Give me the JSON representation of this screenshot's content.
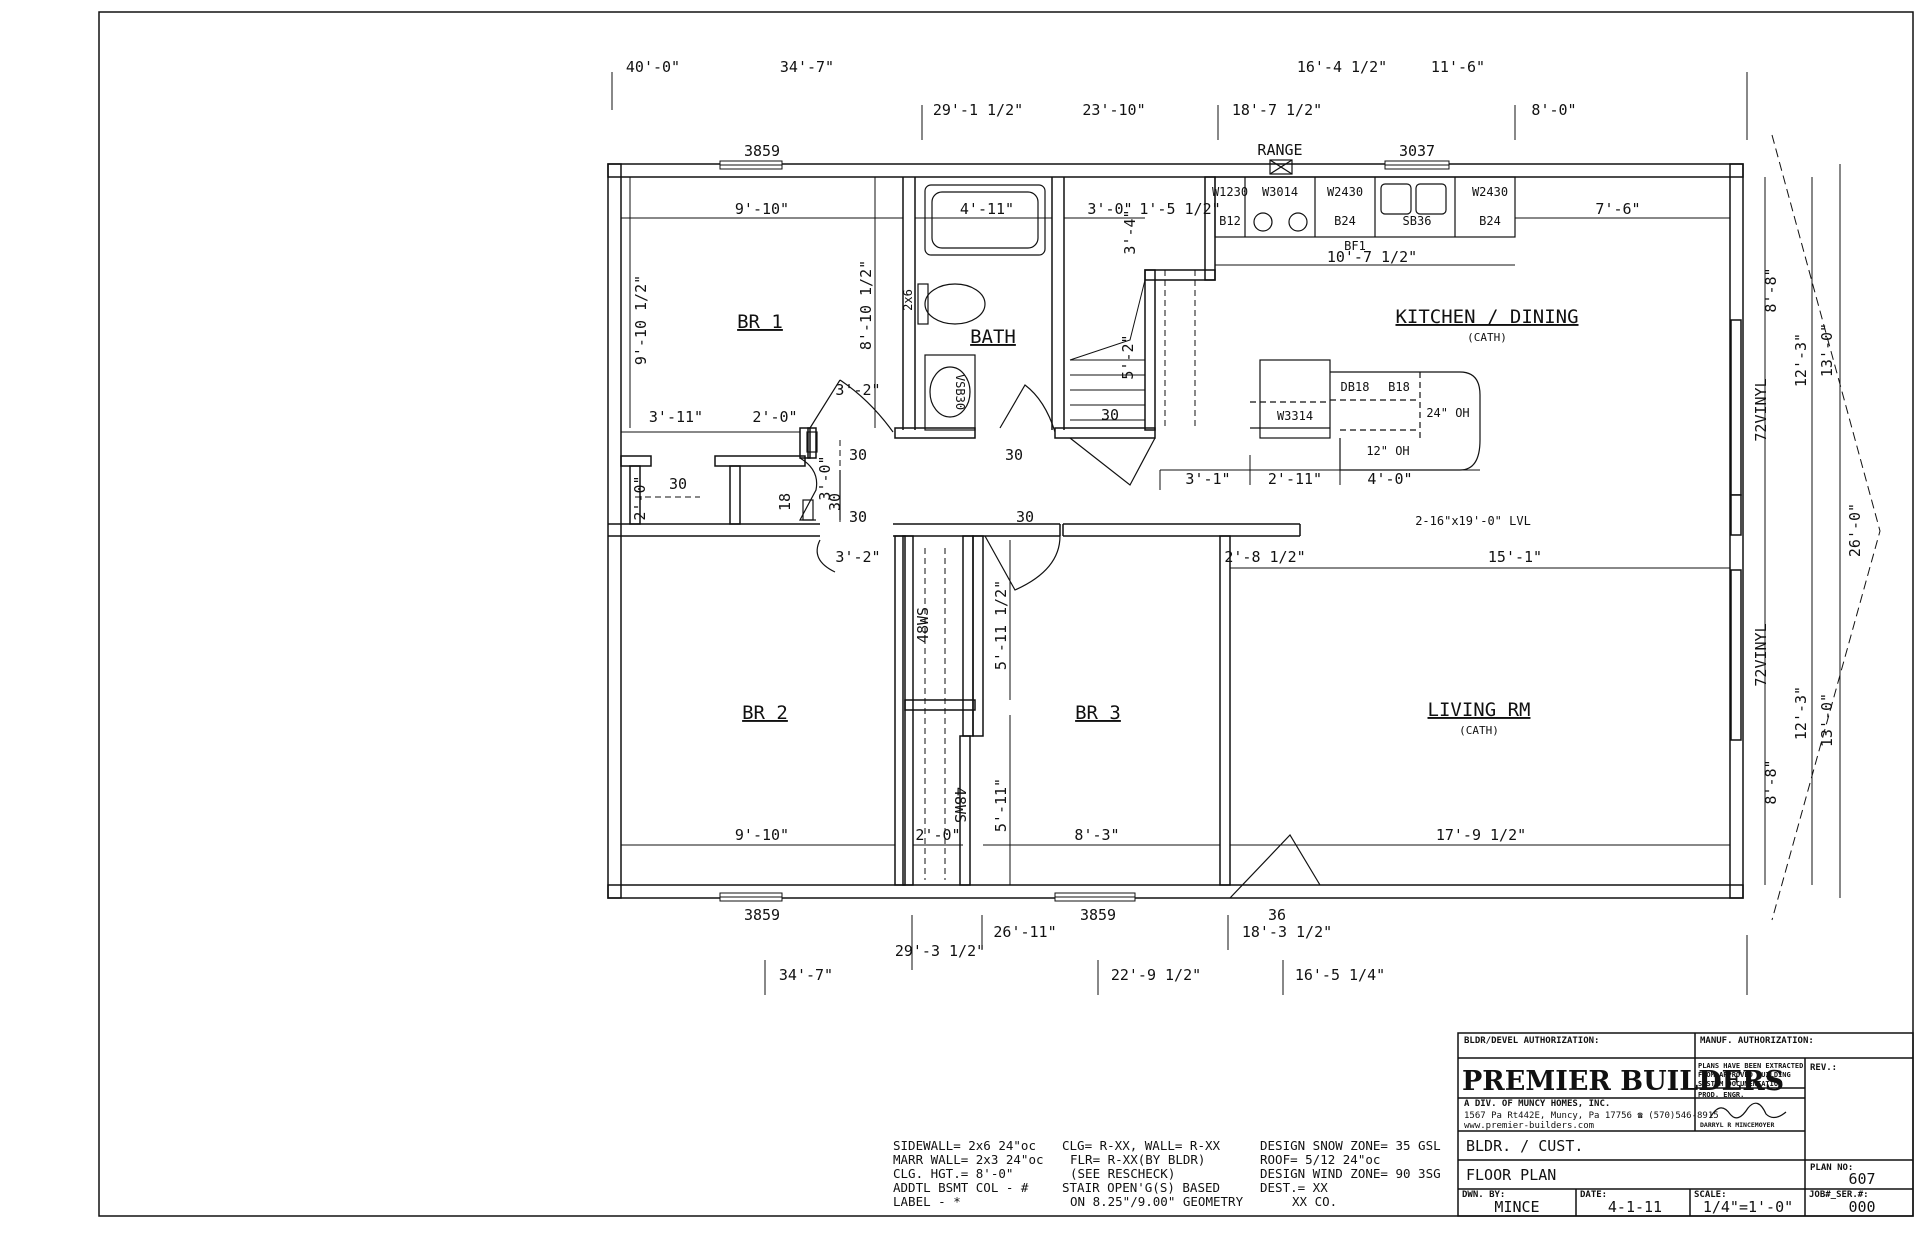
{
  "rooms": {
    "br1": "BR 1",
    "bath": "BATH",
    "kitchen": "KITCHEN / DINING",
    "kitchen_sub": "(CATH)",
    "br2": "BR 2",
    "br3": "BR 3",
    "living": "LIVING RM",
    "living_sub": "(CATH)"
  },
  "windows": {
    "top_left": "3859",
    "top_right": "3037",
    "bottom_left": "3859",
    "bottom_mid": "3859",
    "door_bottom": "36",
    "range": "RANGE"
  },
  "top_dims": {
    "r1": [
      "40'-0\"",
      "34'-7\"",
      "16'-4 1/2\"",
      "11'-6\""
    ],
    "r2": [
      "29'-1 1/2\"",
      "23'-10\"",
      "18'-7 1/2\"",
      "8'-0\""
    ]
  },
  "bottom_dims": [
    "26'-11\"",
    "18'-3 1/2\"",
    "29'-3 1/2\"",
    "34'-7\"",
    "22'-9 1/2\"",
    "16'-5 1/4\""
  ],
  "interior_dims": {
    "br1_w": "9'-10\"",
    "bath_w": "4'-11\"",
    "stair_w": "3'-0\"",
    "d1": "1'-5 1/2\"",
    "d2": "3'-4\"",
    "kit_right": "7'-6\"",
    "kit_run": "10'-7 1/2\"",
    "br1_h": "9'-10 1/2\"",
    "bath_h": "8'-10 1/2\"",
    "stair_h": "5'-2\"",
    "c1": "3'-11\"",
    "c2": "2'-0\"",
    "c3": "3'-2\"",
    "c4": "2'-0\"",
    "c5": "3'-0\"",
    "c6": "3'-2\"",
    "k1": "3'-1\"",
    "k2": "2'-11\"",
    "k3": "4'-0\"",
    "lvl": "2-16\"x19'-0\" LVL",
    "lr1": "2'-8 1/2\"",
    "lr2": "15'-1\"",
    "br3_h1": "5'-11 1/2\"",
    "br3_h2": "5'-11\"",
    "br2_w": "9'-10\"",
    "cl_w": "2'-0\"",
    "br3_w": "8'-3\"",
    "lr_w": "17'-9 1/2\""
  },
  "right_dims": [
    "8'-8\"",
    "12'-3\"",
    "13'-0\"",
    "26'-0\"",
    "12'-3\"",
    "13'-0\"",
    "8'-8\""
  ],
  "vinyl_top": "72VINYL",
  "vinyl_bottom": "72VINYL",
  "cabinets": {
    "w1230": "W1230",
    "w3014": "W3014",
    "w2430a": "W2430",
    "w2430b": "W2430",
    "b12": "B12",
    "b24a": "B24",
    "sb36": "SB36",
    "b24b": "B24",
    "bf1": "BF1",
    "db18": "DB18",
    "b18": "B18",
    "oh24": "24\" OH",
    "oh12": "12\" OH",
    "w3314": "W3314",
    "vsb30": "VSB30",
    "two_x6": "2x6",
    "ws1": "48WS",
    "ws2": "48WS"
  },
  "door_labels": [
    "30",
    "30",
    "30",
    "30",
    "30",
    "30",
    "30",
    "18"
  ],
  "notes": {
    "col1": [
      "SIDEWALL= 2x6 24\"oc",
      "MARR WALL= 2x3 24\"oc",
      "CLG. HGT.= 8'-0\"",
      "ADDTL BSMT COL - #",
      "LABEL - *"
    ],
    "col2": [
      "CLG= R-XX, WALL= R-XX",
      "FLR= R-XX(BY BLDR)",
      "(SEE RESCHECK)",
      "STAIR OPEN'G(S) BASED",
      "ON 8.25\"/9.00\" GEOMETRY"
    ],
    "col3": [
      "DESIGN SNOW ZONE= 35 GSL",
      "ROOF= 5/12 24\"oc",
      "DESIGN WIND ZONE= 90 3SG",
      "DEST.= XX",
      "XX CO."
    ]
  },
  "title_block": {
    "bldr_auth": "BLDR/DEVEL AUTHORIZATION:",
    "manuf_auth": "MANUF. AUTHORIZATION:",
    "company": "PREMIER BUILDERS",
    "division": "A DIV. OF MUNCY HOMES, INC.",
    "address": "1567 Pa Rt442E, Muncy, Pa 17756 ☎ (570)546-8915",
    "website": "www.premier-builders.com",
    "plans_note": [
      "PLANS HAVE BEEN EXTRACTED",
      "FROM APPROVED BUILDING",
      "SYSTEM DOCUMENTATION"
    ],
    "prod_engr": "PROD. ENGR.",
    "engr_name": "DARRYL R MINCEMOYER",
    "rev_label": "REV.:",
    "bldr_cust": "BLDR. / CUST.",
    "sheet_title": "FLOOR PLAN",
    "plan_no_label": "PLAN NO:",
    "plan_no": "607",
    "dwn_label": "DWN. BY:",
    "dwn": "MINCE",
    "date_label": "DATE:",
    "date": "4-1-11",
    "scale_label": "SCALE:",
    "scale": "1/4\"=1'-0\"",
    "job_label": "JOB#_SER.#:",
    "job": "000"
  }
}
